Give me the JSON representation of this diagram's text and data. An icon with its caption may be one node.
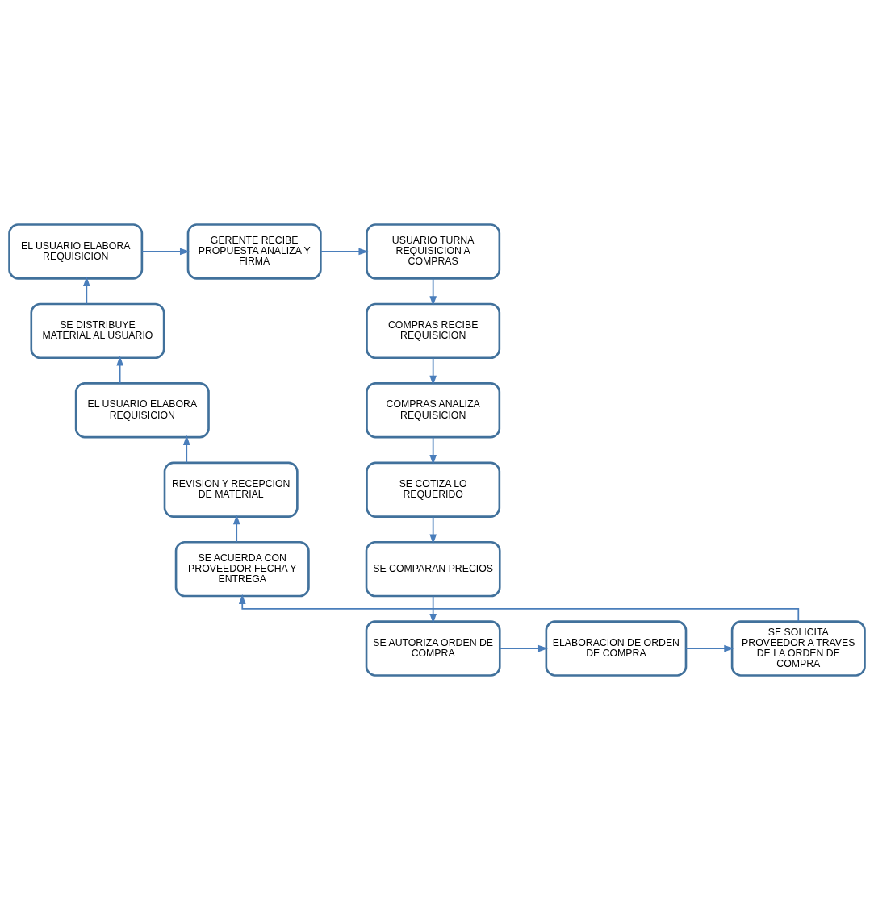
{
  "diagram": {
    "nodes": [
      {
        "text": [
          "EL USUARIO ELABORA REQUISICION"
        ]
      },
      {
        "text": [
          "GERENTE RECIBE PROPUESTA ANALIZA Y FIRMA"
        ]
      },
      {
        "text": [
          "USUARIO TURNA REQUISICION A COMPRAS"
        ]
      },
      {
        "text": [
          "SE DISTRIBUYE MATERIAL AL USUARIO"
        ]
      },
      {
        "text": [
          "COMPRAS RECIBE REQUISICION"
        ]
      },
      {
        "text": [
          "EL USUARIO ELABORA REQUISICION"
        ]
      },
      {
        "text": [
          "COMPRAS ANALIZA REQUISICION"
        ]
      },
      {
        "text": [
          "REVISION Y RECEPCION DE MATERIAL"
        ]
      },
      {
        "text": [
          "SE COTIZA LO REQUERIDO"
        ]
      },
      {
        "text": [
          "SE ACUERDA CON PROVEEDOR FECHA Y ENTREGA"
        ]
      },
      {
        "text": [
          "SE COMPARAN PRECIOS"
        ]
      },
      {
        "text": [
          "SE SOLICITA PROVEEDOR A TRAVES DE LA ORDEN DE COMPRA"
        ]
      },
      {
        "text": [
          "ELABORACION DE ORDEN DE COMPRA"
        ]
      },
      {
        "text": [
          "SE AUTORIZA ORDEN DE COMPRA"
        ]
      }
    ],
    "edges": [
      {
        "from": 0,
        "to": 1,
        "arrow": "to"
      },
      {
        "from": 1,
        "to": 2,
        "arrow": "to"
      },
      {
        "from": 2,
        "to": 4,
        "arrow": "to"
      },
      {
        "from": 4,
        "to": 6,
        "arrow": "to"
      },
      {
        "from": 6,
        "to": 8,
        "arrow": "to"
      },
      {
        "from": 8,
        "to": 10,
        "arrow": "to"
      },
      {
        "from": 10,
        "to": 13,
        "arrow": "to"
      },
      {
        "from": 13,
        "to": 12,
        "arrow": "to"
      },
      {
        "from": 12,
        "to": 11,
        "arrow": "to"
      },
      {
        "from": 11,
        "to": 9,
        "arrow": "to"
      },
      {
        "from": 9,
        "to": 7,
        "arrow": "to"
      },
      {
        "from": 7,
        "to": 5,
        "arrow": "to"
      },
      {
        "from": 5,
        "to": 3,
        "arrow": "to"
      },
      {
        "from": 3,
        "to": 0,
        "arrow": "to"
      }
    ]
  }
}
